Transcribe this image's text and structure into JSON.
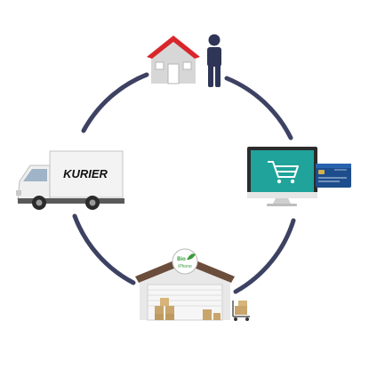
{
  "truck": {
    "label": "KURIER"
  },
  "warehouse": {
    "logo_line1": "Bio",
    "logo_line2": "iPhone"
  },
  "colors": {
    "ring": "#3d4263",
    "roof_red": "#d8262b",
    "person": "#2f3557",
    "monitor_screen": "#1fa39a",
    "card_blue": "#1d4d8c",
    "warehouse_roof": "#6b4d3c",
    "box": "#c9a56b",
    "logo_green": "#3a9a3a"
  },
  "icons": [
    "house-icon",
    "person-icon",
    "monitor-cart-icon",
    "credit-card-icon",
    "warehouse-icon",
    "truck-icon"
  ]
}
